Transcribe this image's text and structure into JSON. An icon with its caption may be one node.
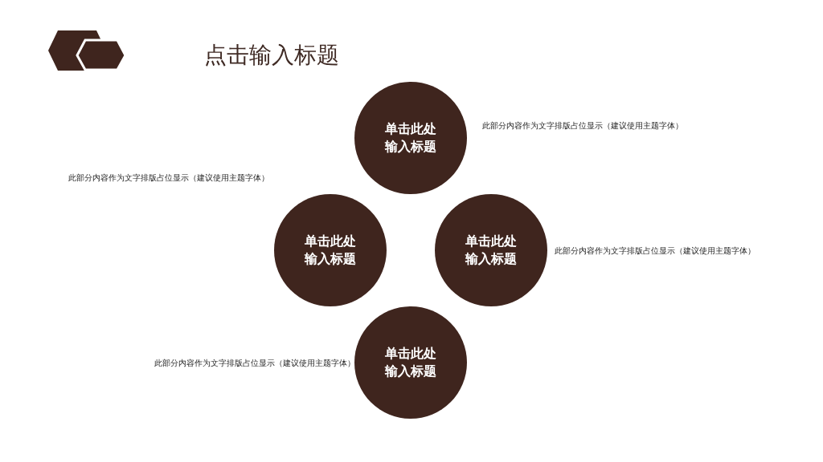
{
  "diagram": {
    "title": "点击输入标题",
    "nodes": [
      {
        "text": [
          "单击此处输入标题"
        ],
        "beside": [
          "此部分内容作为文字排版占位显示（建议使用主题字体）"
        ]
      },
      {
        "text": [
          "单击此处输入标题"
        ],
        "beside": [
          "此部分内容作为文字排版占位显示（建议使用主题字体）"
        ]
      },
      {
        "text": [
          "单击此处输入标题"
        ],
        "beside": [
          "此部分内容作为文字排版占位显示（建议使用主题字体）"
        ]
      },
      {
        "text": [
          "单击此处输入标题"
        ],
        "beside": [
          "此部分内容作为文字排版占位显示（建议使用主题字体）"
        ]
      }
    ],
    "edges": []
  }
}
